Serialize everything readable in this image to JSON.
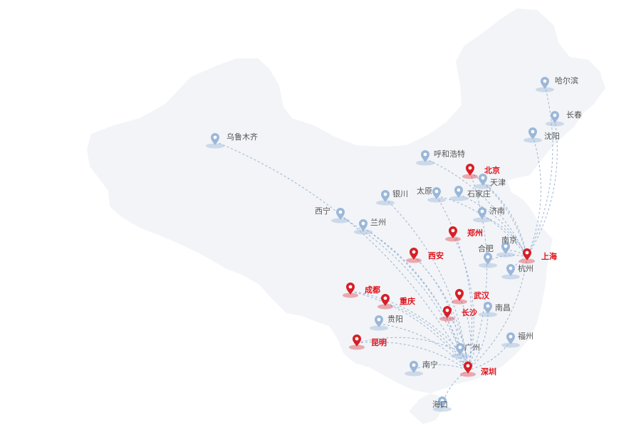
{
  "colors": {
    "land": "#f2f4f7",
    "route": "#9bb4d6",
    "pin_hub": "#d81e26",
    "pin_city": "#9bb7d9",
    "label_hub": "#e0111a",
    "label_city": "#555555"
  },
  "cities": [
    {
      "id": "wulumuqi",
      "name": "乌鲁木齐",
      "type": "city"
    },
    {
      "id": "haerbin",
      "name": "哈尔滨",
      "type": "city"
    },
    {
      "id": "changchun",
      "name": "长春",
      "type": "city"
    },
    {
      "id": "shenyang",
      "name": "沈阳",
      "type": "city"
    },
    {
      "id": "huhehaote",
      "name": "呼和浩特",
      "type": "city"
    },
    {
      "id": "beijing",
      "name": "北京",
      "type": "hub"
    },
    {
      "id": "tianjin",
      "name": "天津",
      "type": "city"
    },
    {
      "id": "yinchuan",
      "name": "银川",
      "type": "city"
    },
    {
      "id": "taiyuan",
      "name": "太原",
      "type": "city"
    },
    {
      "id": "shijiazhuang",
      "name": "石家庄",
      "type": "city"
    },
    {
      "id": "xining",
      "name": "西宁",
      "type": "city"
    },
    {
      "id": "lanzhou",
      "name": "兰州",
      "type": "city"
    },
    {
      "id": "jinan",
      "name": "济南",
      "type": "city"
    },
    {
      "id": "zhengzhou",
      "name": "郑州",
      "type": "hub"
    },
    {
      "id": "nanjing",
      "name": "南京",
      "type": "city"
    },
    {
      "id": "hefei",
      "name": "合肥",
      "type": "city"
    },
    {
      "id": "shanghai",
      "name": "上海",
      "type": "hub"
    },
    {
      "id": "xian",
      "name": "西安",
      "type": "hub"
    },
    {
      "id": "hangzhou",
      "name": "杭州",
      "type": "city"
    },
    {
      "id": "chengdu",
      "name": "成都",
      "type": "hub"
    },
    {
      "id": "wuhan",
      "name": "武汉",
      "type": "hub"
    },
    {
      "id": "chongqing",
      "name": "重庆",
      "type": "hub"
    },
    {
      "id": "changsha",
      "name": "长沙",
      "type": "hub"
    },
    {
      "id": "nanchang",
      "name": "南昌",
      "type": "city"
    },
    {
      "id": "guiyang",
      "name": "贵阳",
      "type": "city"
    },
    {
      "id": "fuzhou",
      "name": "福州",
      "type": "city"
    },
    {
      "id": "kunming",
      "name": "昆明",
      "type": "hub"
    },
    {
      "id": "guangzhou",
      "name": "广州",
      "type": "city"
    },
    {
      "id": "nanning",
      "name": "南宁",
      "type": "city"
    },
    {
      "id": "shenzhen",
      "name": "深圳",
      "type": "hub"
    },
    {
      "id": "haikou",
      "name": "海口",
      "type": "city"
    }
  ],
  "routes": [
    [
      "haerbin",
      "shanghai"
    ],
    [
      "changchun",
      "shanghai"
    ],
    [
      "shenyang",
      "shanghai"
    ],
    [
      "huhehaote",
      "shanghai"
    ],
    [
      "beijing",
      "shanghai"
    ],
    [
      "tianjin",
      "shanghai"
    ],
    [
      "shijiazhuang",
      "shanghai"
    ],
    [
      "jinan",
      "shanghai"
    ],
    [
      "taiyuan",
      "shanghai"
    ],
    [
      "nanjing",
      "shanghai"
    ],
    [
      "hefei",
      "shanghai"
    ],
    [
      "hangzhou",
      "shanghai"
    ],
    [
      "wulumuqi",
      "shenzhen"
    ],
    [
      "xining",
      "shenzhen"
    ],
    [
      "lanzhou",
      "shenzhen"
    ],
    [
      "yinchuan",
      "shenzhen"
    ],
    [
      "xian",
      "shenzhen"
    ],
    [
      "chengdu",
      "shenzhen"
    ],
    [
      "chongqing",
      "shenzhen"
    ],
    [
      "guiyang",
      "shenzhen"
    ],
    [
      "kunming",
      "shenzhen"
    ],
    [
      "nanning",
      "shenzhen"
    ],
    [
      "haikou",
      "shenzhen"
    ],
    [
      "zhengzhou",
      "shenzhen"
    ],
    [
      "wuhan",
      "shenzhen"
    ],
    [
      "changsha",
      "shenzhen"
    ],
    [
      "nanchang",
      "shenzhen"
    ],
    [
      "fuzhou",
      "shenzhen"
    ],
    [
      "guangzhou",
      "shenzhen"
    ],
    [
      "shanghai",
      "shenzhen"
    ],
    [
      "beijing",
      "shenzhen"
    ],
    [
      "taiyuan",
      "shenzhen"
    ],
    [
      "lanzhou",
      "guangzhou"
    ],
    [
      "xian",
      "guangzhou"
    ],
    [
      "chengdu",
      "guangzhou"
    ],
    [
      "kunming",
      "guangzhou"
    ]
  ]
}
